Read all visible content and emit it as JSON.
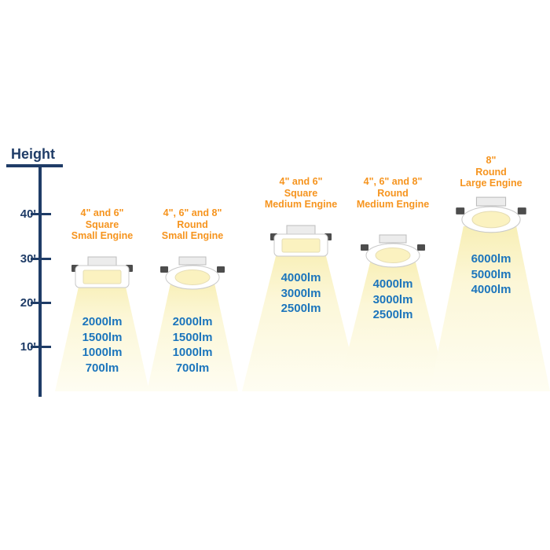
{
  "axis": {
    "title": "Height",
    "ticks": [
      "40'",
      "30'",
      "20'",
      "10'"
    ]
  },
  "colors": {
    "header-orange": "#F6941E",
    "lumen-blue": "#1C75BC",
    "axis-navy": "#1F3C67",
    "cone-yellow": "#FBF3C6"
  },
  "columns": [
    {
      "shape": "square",
      "header": [
        "4\" and 6\"",
        "Square",
        "Small Engine"
      ],
      "lumens": [
        "2000lm",
        "1500lm",
        "1000lm",
        "700lm"
      ]
    },
    {
      "shape": "round",
      "header": [
        "4\", 6\" and 8\"",
        "Round",
        "Small Engine"
      ],
      "lumens": [
        "2000lm",
        "1500lm",
        "1000lm",
        "700lm"
      ]
    },
    {
      "shape": "square",
      "header": [
        "4\" and 6\"",
        "Square",
        "Medium Engine"
      ],
      "lumens": [
        "4000lm",
        "3000lm",
        "2500lm"
      ]
    },
    {
      "shape": "round",
      "header": [
        "4\", 6\" and 8\"",
        "Round",
        "Medium Engine"
      ],
      "lumens": [
        "4000lm",
        "3000lm",
        "2500lm"
      ]
    },
    {
      "shape": "round",
      "header": [
        "8\"",
        "Round",
        "Large Engine"
      ],
      "lumens": [
        "6000lm",
        "5000lm",
        "4000lm"
      ]
    }
  ]
}
